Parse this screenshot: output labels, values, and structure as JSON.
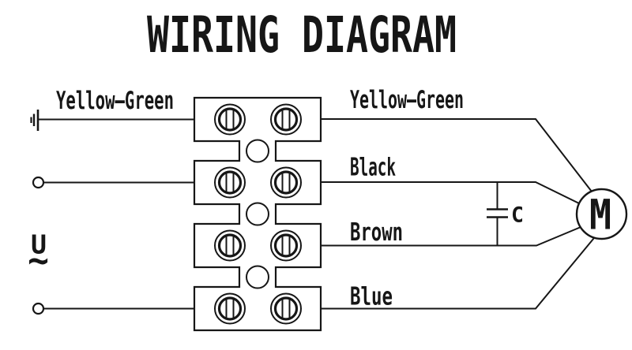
{
  "title": "WIRING DIAGRAM",
  "colors": {
    "ink": "#161616",
    "paper": "#ffffff"
  },
  "left_side": {
    "ground_wire_label": "Yellow—Green",
    "supply_label": "U",
    "supply_ac_symbol": "~"
  },
  "terminal_block": {
    "poles": "4",
    "screws_per_pole": "2"
  },
  "right_side": {
    "wires": [
      {
        "label": "Yellow—Green"
      },
      {
        "label": "Black"
      },
      {
        "label": "Brown"
      },
      {
        "label": "Blue"
      }
    ],
    "capacitor_label": "C",
    "motor_label": "M"
  }
}
